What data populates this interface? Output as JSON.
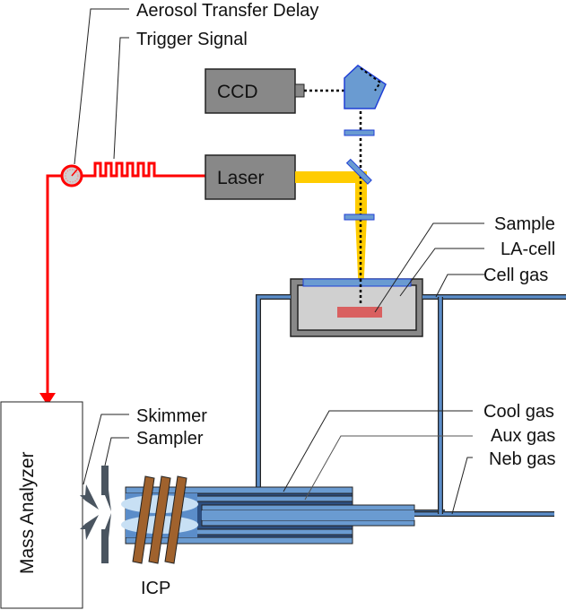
{
  "labels": {
    "aerosol_delay": "Aerosol Transfer Delay",
    "trigger": "Trigger Signal",
    "ccd": "CCD",
    "laser": "Laser",
    "sample": "Sample",
    "la_cell": "LA-cell",
    "cell_gas": "Cell gas",
    "cool_gas": "Cool gas",
    "aux_gas": "Aux gas",
    "neb_gas": "Neb gas",
    "skimmer": "Skimmer",
    "sampler": "Sampler",
    "mass_analyzer": "Mass Analyzer",
    "icp": "ICP"
  },
  "colors": {
    "signal": "#ff0000",
    "laser_beam": "#ffcc00",
    "optics": "#6a9bd1",
    "optics_edge": "#1f3fd6",
    "tube": "#5b8dc9",
    "tube_dark": "#2d4f80",
    "box": "#888888",
    "cell_inner": "#d0d0d0",
    "sample": "#d96060",
    "coil": "#a0622d",
    "cone": "#4a5560"
  }
}
